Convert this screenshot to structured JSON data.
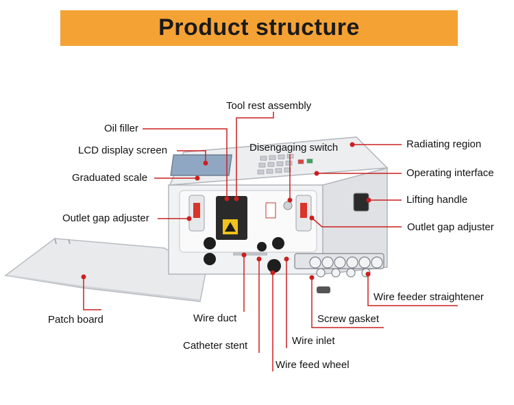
{
  "title": "Product structure",
  "colors": {
    "banner": "#f5a235",
    "leader": "#cc1f1f"
  },
  "labels": {
    "tool_rest": "Tool rest assembly",
    "oil_filler": "Oil filler",
    "lcd_screen": "LCD display screen",
    "graduated_scale": "Graduated scale",
    "outlet_gap_left": "Outlet gap adjuster",
    "disengaging_switch": "Disengaging switch",
    "radiating_region": "Radiating region",
    "operating_interface": "Operating interface",
    "lifting_handle": "Lifting handle",
    "outlet_gap_right": "Outlet gap adjuster",
    "patch_board": "Patch board",
    "wire_duct": "Wire duct",
    "catheter_stent": "Catheter stent",
    "wire_inlet": "Wire inlet",
    "wire_feed_wheel": "Wire feed wheel",
    "screw_gasket": "Screw gasket",
    "wire_feeder_straightener": "Wire feeder straightener"
  }
}
